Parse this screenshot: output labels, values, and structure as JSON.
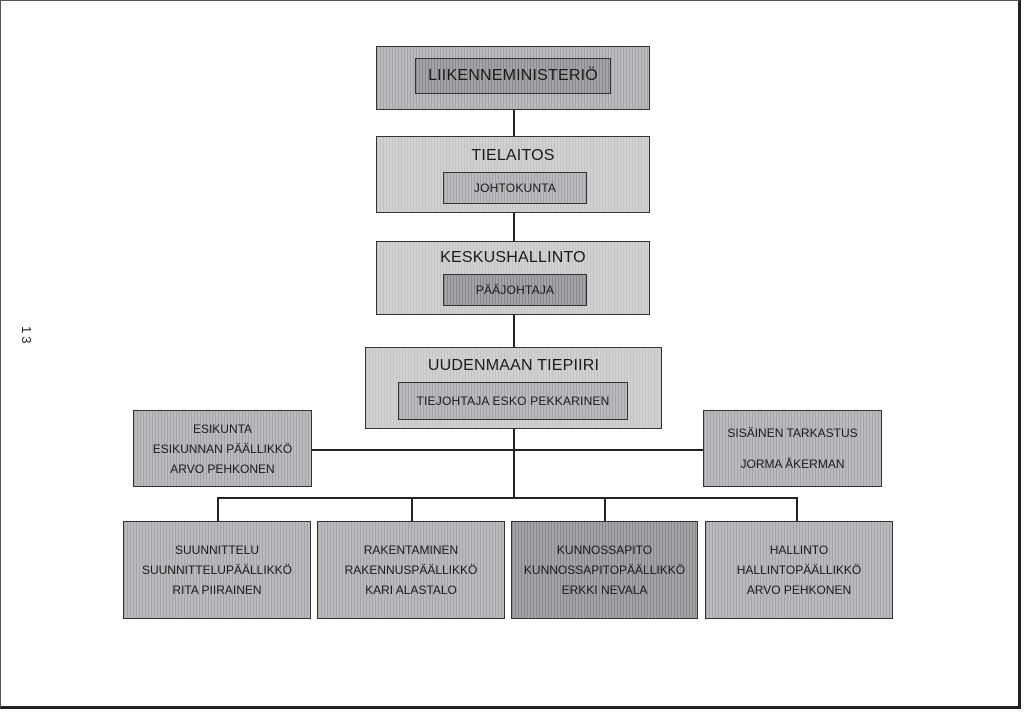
{
  "page_number": "13",
  "ministry": "LIIKENNEMINISTERIÖ",
  "agency": {
    "title": "TIELAITOS",
    "sub": "JOHTOKUNTA"
  },
  "central_admin": {
    "title": "KESKUSHALLINTO",
    "sub": "PÄÄJOHTAJA"
  },
  "district": {
    "title": "UUDENMAAN TIEPIIRI",
    "sub": "TIEJOHTAJA ESKO PEKKARINEN"
  },
  "staff": {
    "line1": "ESIKUNTA",
    "line2": "ESIKUNNAN PÄÄLLIKKÖ",
    "line3": "ARVO PEHKONEN"
  },
  "audit": {
    "line1": "SISÄINEN TARKASTUS",
    "line2": "JORMA ÅKERMAN"
  },
  "units": [
    {
      "name": "SUUNNITTELU",
      "role": "SUUNNITTELUPÄÄLLIKKÖ",
      "person": "RITA PIIRAINEN"
    },
    {
      "name": "RAKENTAMINEN",
      "role": "RAKENNUSPÄÄLLIKKÖ",
      "person": "KARI ALASTALO"
    },
    {
      "name": "KUNNOSSAPITO",
      "role": "KUNNOSSAPITOPÄÄLLIKKÖ",
      "person": "ERKKI NEVALA"
    },
    {
      "name": "HALLINTO",
      "role": "HALLINTOPÄÄLLIKKÖ",
      "person": "ARVO PEHKONEN"
    }
  ]
}
